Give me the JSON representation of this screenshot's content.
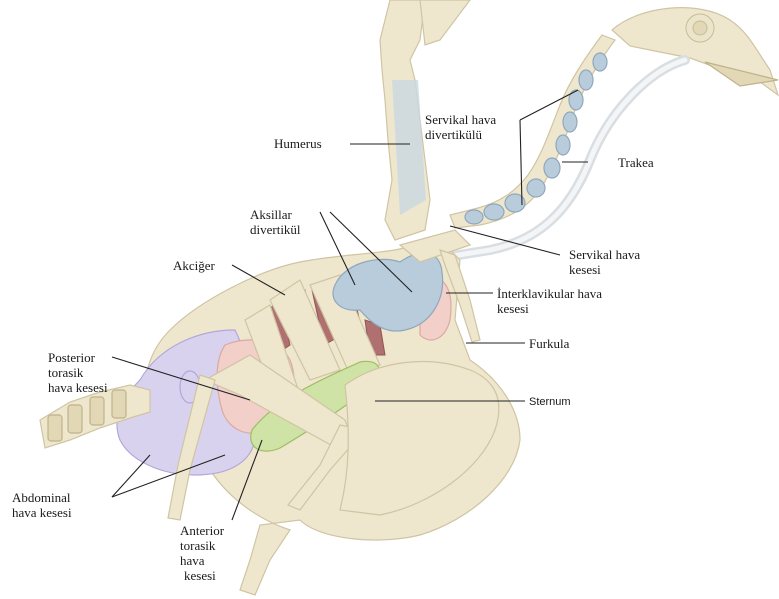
{
  "labels": {
    "humerus": "Humerus",
    "servikal_divertikul_1": "Servikal hava",
    "servikal_divertikul_2": "divertikülü",
    "trakea": "Trakea",
    "aksillar_1": "Aksillar",
    "aksillar_2": "divertikül",
    "akciger": "Akciğer",
    "servikal_kese_1": "Servikal hava",
    "servikal_kese_2": "kesesi",
    "interklavikular_1": "İnterklavikular hava",
    "interklavikular_2": "kesesi",
    "furkula": "Furkula",
    "sternum": "Sternum",
    "posterior_1": "Posterior",
    "posterior_2": "torasik",
    "posterior_3": "hava kesesi",
    "abdominal_1": "Abdominal",
    "abdominal_2": "hava kesesi",
    "anterior_1": "Anterior",
    "anterior_2": "torasik",
    "anterior_3": "hava",
    "anterior_4": "kesesi"
  },
  "colors": {
    "bone": "#efe7cd",
    "cervical_sacs": "#b9ccdc",
    "abdominal_sac": "#d9d2ef",
    "posterior_thoracic_sac": "#f2cfc9",
    "anterior_thoracic_sac": "#cfe3a6",
    "lung": "#b07070"
  }
}
